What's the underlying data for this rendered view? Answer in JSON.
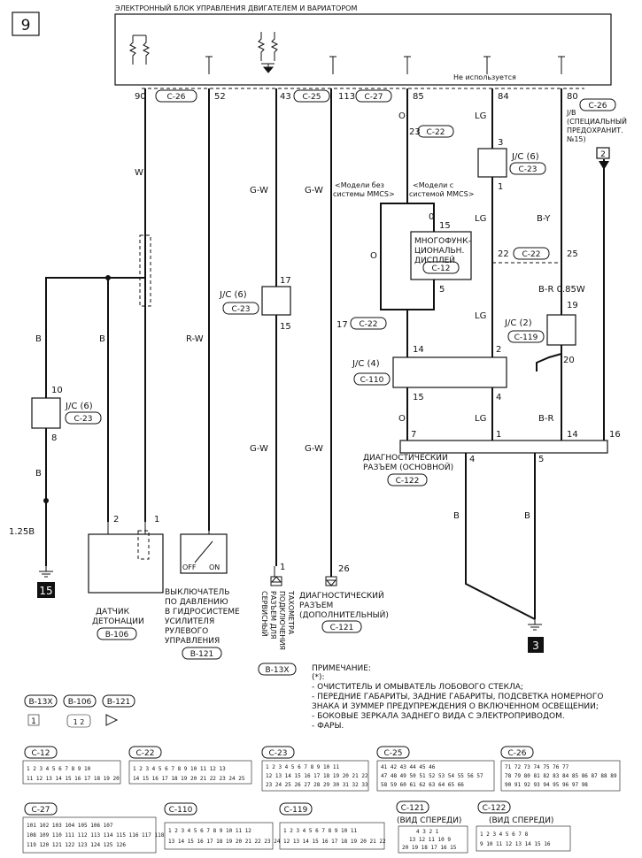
{
  "page_number": "9",
  "ecu_title": "ЭЛЕКТРОННЫЙ БЛОК УПРАВЛЕНИЯ ДВИГАТЕЛЕМ И ВАРИАТОРОМ",
  "not_used": "Не используется",
  "pins": [
    "90",
    "52",
    "43",
    "113",
    "85",
    "84",
    "80"
  ],
  "connectors": {
    "c26": "C-26",
    "c25": "C-25",
    "c27": "C-27",
    "c22": "C-22",
    "c23": "C-23",
    "c12": "C-12",
    "c110": "C-110",
    "c119": "C-119",
    "c122": "C-122",
    "c121": "C-121",
    "b106": "B-106",
    "b121": "B-121",
    "b13x": "B-13X"
  },
  "wire_colors": {
    "w": "W",
    "gw": "G-W",
    "gw2": "G-W",
    "gw3": "G-W",
    "gw4": "G-W",
    "o": "O",
    "o2": "O",
    "o3": "O",
    "lg": "LG",
    "lg2": "LG",
    "lg3": "LG",
    "lg4": "LG",
    "by": "B-Y",
    "br085": "B-R  0.85W",
    "br": "B-R",
    "b": "B",
    "b2": "B",
    "b3": "B",
    "b4": "B",
    "b5": "B",
    "rw": "R-W",
    "b125": "1.25B"
  },
  "terminals": {
    "t23": "23",
    "t3": "3",
    "t1": "1",
    "t0_15": "0",
    "t15": "15",
    "t22": "22",
    "t25": "25",
    "t5": "5",
    "t19": "19",
    "t20": "20",
    "t14": "14",
    "t2": "2",
    "t15b": "15",
    "t4": "4",
    "t7": "7",
    "t1b": "1",
    "t14b": "14",
    "t16": "16",
    "t4b": "4",
    "t5b": "5",
    "t17": "17",
    "t15c": "15",
    "t17b": "17",
    "t10": "10",
    "t8": "8",
    "t2s": "2",
    "t1s": "1",
    "t1t": "1",
    "t26": "26",
    "two_box": "2"
  },
  "junctions": {
    "jc6_top": "J/C (6)",
    "jc6_mid": "J/C (6)",
    "jc6_left": "J/C (6)",
    "jc4": "J/C (4)",
    "jc2": "J/C (2)"
  },
  "jb_label": [
    "J/B",
    "(СПЕЦИАЛЬНЫЙ",
    "ПРЕДОХРАНИТ.",
    "№15)"
  ],
  "model_no_mmcs": [
    "<Модели без",
    "системы MMCS>"
  ],
  "model_mmcs": [
    "<Модели с",
    "системой MMCS>"
  ],
  "display_label": [
    "МНОГОФУНК-",
    "ЦИОНАЛЬН.",
    "ДИСПЛЕЙ"
  ],
  "diag_main": [
    "ДИАГНОСТИЧЕСКИЙ",
    "РАЗЪЕМ (ОСНОВНОЙ)"
  ],
  "diag_extra": [
    "ДИАГНОСТИЧЕСКИЙ",
    "РАЗЪЕМ",
    "(ДОПОЛНИТЕЛЬНЫЙ)"
  ],
  "knock_sensor": [
    "ДАТЧИК",
    "ДЕТОНАЦИИ"
  ],
  "pressure_switch": [
    "ВЫКЛЮЧАТЕЛЬ",
    "ПО ДАВЛЕНИЮ",
    "В ГИДРОСИСТЕМЕ",
    "УСИЛИТЕЛЯ",
    "РУЛЕВОГО",
    "УПРАВЛЕНИЯ"
  ],
  "tacho_conn": [
    "СЕРВИСНЫЙ",
    "РАЗЪЕМ ДЛЯ",
    "ПОДКЛЮЧЕНИЯ",
    "ТАХОМЕТРА"
  ],
  "switch_off": "OFF",
  "switch_on": "ON",
  "ground15": "15",
  "ground3": "3",
  "note_title": "ПРИМЕЧАНИЕ:",
  "note_star": "(*):",
  "notes": [
    "- ОЧИСТИТЕЛЬ И ОМЫВАТЕЛЬ ЛОБОВОГО СТЕКЛА;",
    "- ПЕРЕДНИЕ ГАБАРИТЫ, ЗАДНИЕ ГАБАРИТЫ, ПОДСВЕТКА НОМЕРНОГО",
    "  ЗНАКА И ЗУММЕР ПРЕДУПРЕЖДЕНИЯ О ВКЛЮЧЕННОМ ОСВЕЩЕНИИ;",
    "- БОКОВЫЕ ЗЕРКАЛА ЗАДНЕГО ВИДА С ЭЛЕКТРОПРИВОДОМ.",
    "- ФАРЫ."
  ],
  "view_front": "(ВИД СПЕРЕДИ)",
  "legend_b13x_pin": "1",
  "legend_b106_pins": "1 2",
  "pin_rows": {
    "c12_r1": "1 2 3 4 5 6 7 8 9 10",
    "c12_r2": "11 12 13 14 15 16 17 18 19 20",
    "c22_r1": "1 2 3 4 5 6 7 8 9 10 11 12 13",
    "c22_r2": "14 15 16 17 18 19 20 21 22 23 24 25",
    "c23_r1": "1 2 3 4 5 6 7 8 9 10 11",
    "c23_r2": "12 13 14 15 16 17 18 19 20 21 22",
    "c23_r3": "23 24 25 26 27 28 29 30 31 32 33",
    "c25_r1": "41 42 43 44 45 46",
    "c25_r2": "47 48 49 50 51 52 53 54 55 56 57",
    "c25_r3": "58 59 60 61 62 63 64 65 66",
    "c26_r1": "71 72 73 74 75 76 77",
    "c26_r2": "78 79 80 81 82 83 84 85 86 87 88 89",
    "c26_r3": "90 91 92 93 94 95 96 97 98",
    "c27_r1": "101 102 103 104 105 106 107",
    "c27_r2": "108 109 110 111 112 113 114 115 116 117 118",
    "c27_r3": "119 120 121 122 123 124 125 126",
    "c110_r1": "1 2 3 4 5 6 7 8 9 10 11 12",
    "c110_r2": "13 14 15 16 17 18 19 20 21 22 23 24",
    "c119_r1": "1 2 3 4 5 6 7 8 9 10 11",
    "c119_r2": "12 13 14 15 16 17 18 19 20 21 22",
    "c121_r1": "4 3 2 1",
    "c121_r2": "13 12 11 10 9",
    "c121_r3": "20 19 18 17 16 15",
    "c122_r1": "1 2 3 4 5 6 7 8",
    "c122_r2": "9 10 11 12 13 14 15 16"
  }
}
